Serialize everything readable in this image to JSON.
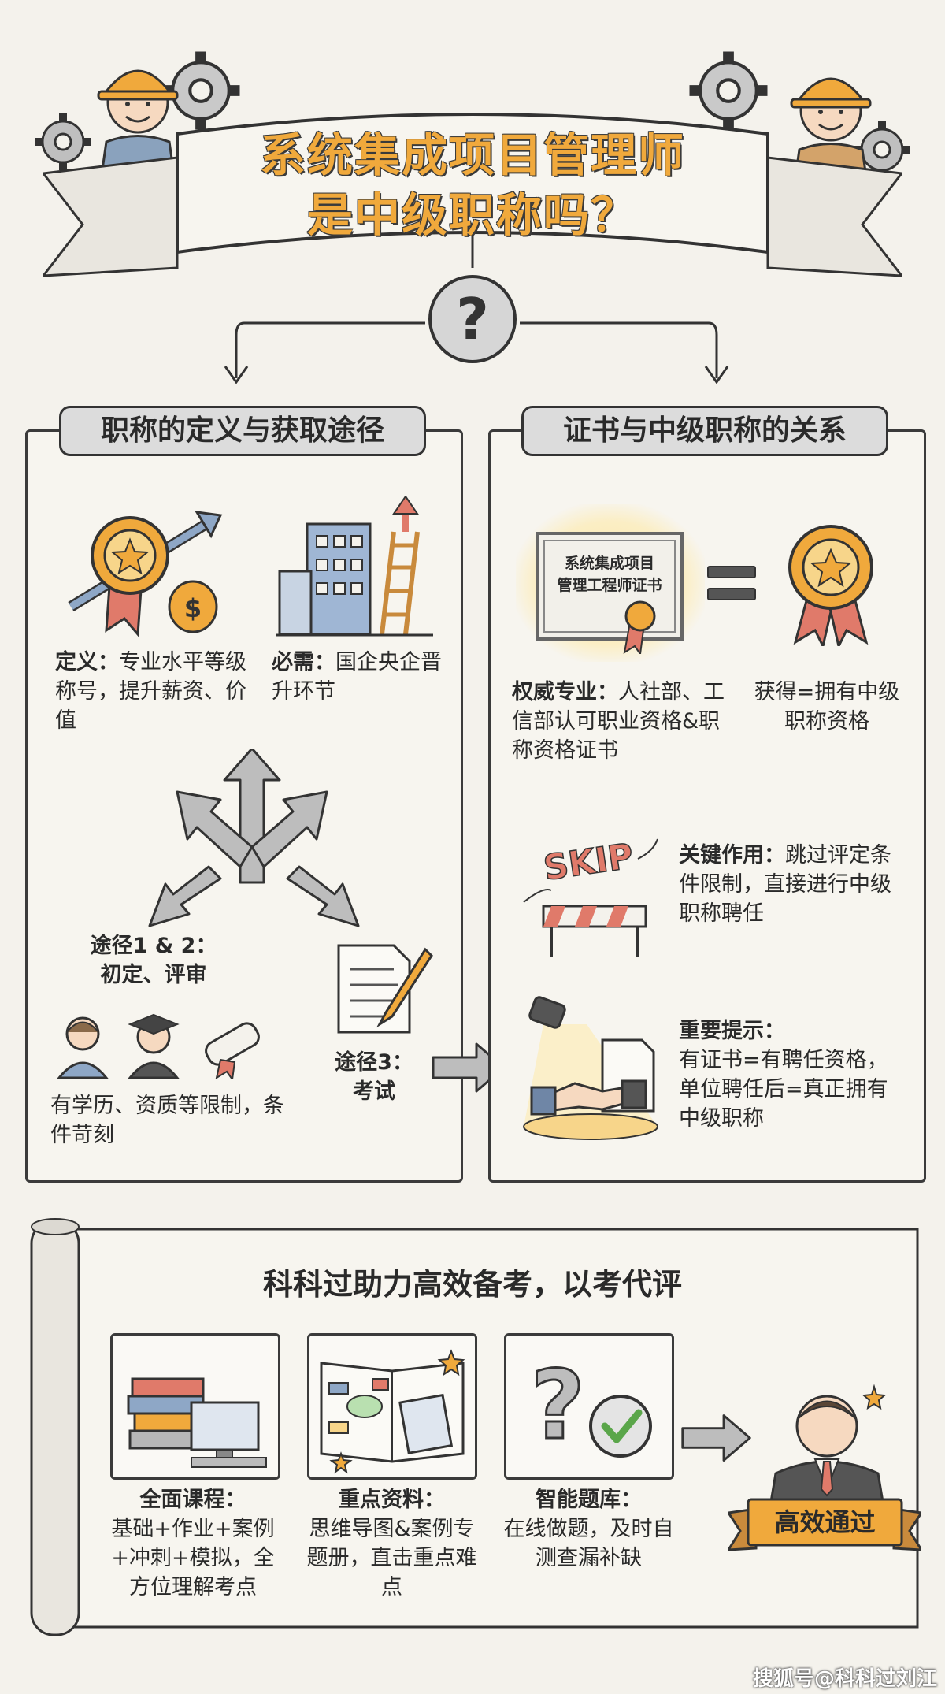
{
  "title": {
    "line1": "系统集成项目管理师",
    "line2": "是中级职称吗？"
  },
  "left_panel": {
    "heading": "职称的定义与获取途径",
    "definition_label": "定义：",
    "definition_text": "专业水平等级称号，提升薪资、价值",
    "required_label": "必需：",
    "required_text": "国企央企晋升环节",
    "path12_title": "途径1 & 2：",
    "path12_sub": "初定、评审",
    "path12_note": "有学历、资质等限制，条件苛刻",
    "path3_title": "途径3：",
    "path3_sub": "考试"
  },
  "right_panel": {
    "heading": "证书与中级职称的关系",
    "certificate_line1": "系统集成项目",
    "certificate_line2": "管理工程师证书",
    "authority_label": "权威专业：",
    "authority_text": "人社部、工信部认可职业资格&职称资格证书",
    "obtain_text": "获得=拥有中级职称资格",
    "skip_label": "SKIP",
    "key_label": "关键作用：",
    "key_text": "跳过评定条件限制，直接进行中级职称聘任",
    "tip_label": "重要提示：",
    "tip_text": "有证书=有聘任资格，单位聘任后=真正拥有中级职称"
  },
  "bottom": {
    "heading": "科科过助力高效备考，以考代评",
    "course_label": "全面课程：",
    "course_text": "基础+作业+案例+冲刺+模拟，全方位理解考点",
    "material_label": "重点资料：",
    "material_text": "思维导图&案例专题册，直击重点难点",
    "bank_label": "智能题库：",
    "bank_text": "在线做题，及时自测查漏补缺",
    "pass_badge": "高效通过"
  },
  "watermark": "搜狐号@科科过刘江",
  "colors": {
    "accent": "#f0a93c",
    "ribbon": "#e07a6a",
    "ink": "#2a2a2a",
    "paper": "#f4f2ec"
  }
}
